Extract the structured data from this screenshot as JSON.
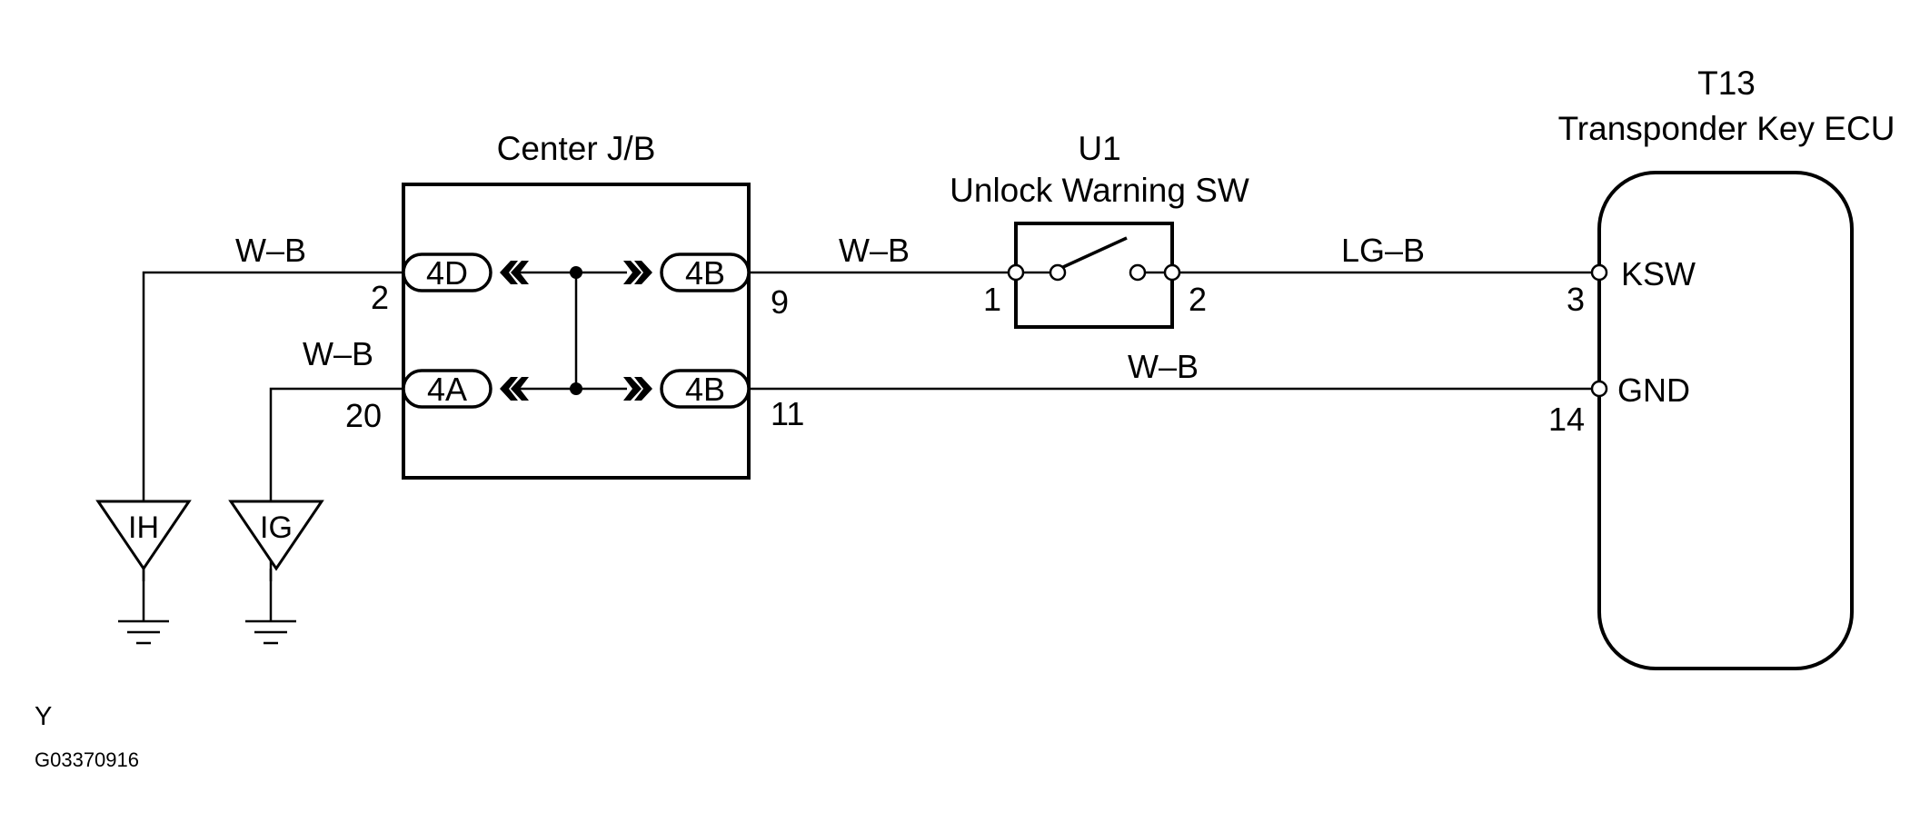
{
  "center_jb": {
    "title": "Center J/B",
    "connectors": {
      "left_top": "4D",
      "left_bottom": "4A",
      "right_top": "4B",
      "right_bottom": "4B"
    },
    "pins": {
      "left_top": "2",
      "left_bottom": "20",
      "right_top": "9",
      "right_bottom": "11"
    }
  },
  "switch": {
    "code": "U1",
    "name": "Unlock Warning SW",
    "pin_left": "1",
    "pin_right": "2"
  },
  "ecu": {
    "code": "T13",
    "name": "Transponder Key ECU",
    "terminals": [
      {
        "label": "KSW",
        "pin": "3"
      },
      {
        "label": "GND",
        "pin": "14"
      }
    ]
  },
  "wires": {
    "ground_ih": "W–B",
    "ground_ig": "W–B",
    "jb_to_switch": "W–B",
    "switch_to_ecu": "LG–B",
    "jb_to_ecu_gnd": "W–B"
  },
  "grounds": {
    "left": "IH",
    "right": "IG"
  },
  "footer": {
    "letter": "Y",
    "code": "G03370916"
  }
}
